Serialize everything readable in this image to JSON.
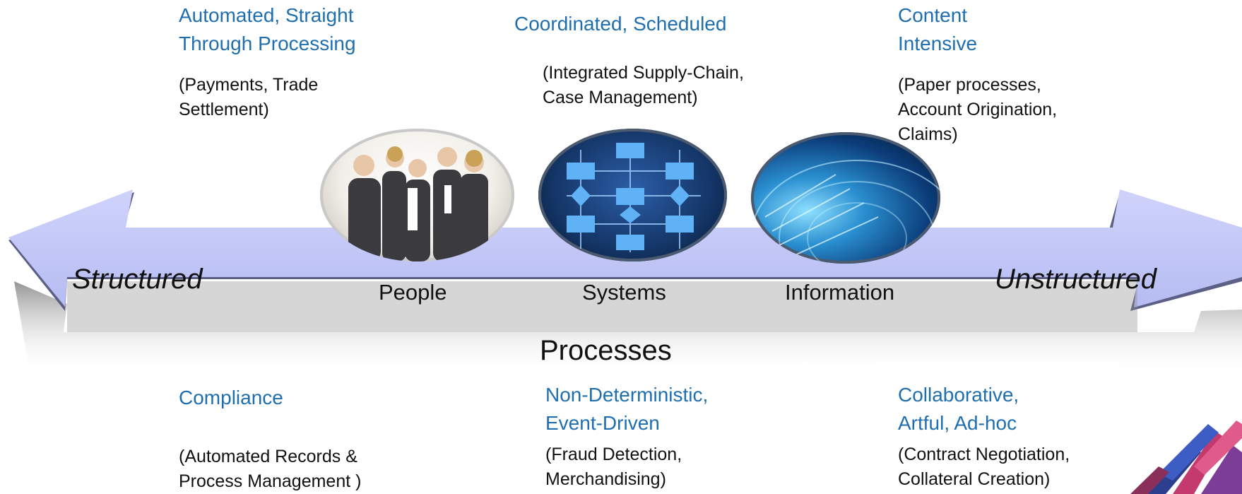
{
  "top": {
    "left": {
      "title_line1": "Automated, Straight",
      "title_line2": "Through Processing",
      "detail_line1": "(Payments, Trade",
      "detail_line2": "Settlement)"
    },
    "center": {
      "title": "Coordinated, Scheduled",
      "detail_line1": "(Integrated Supply-Chain,",
      "detail_line2": "Case Management)"
    },
    "right": {
      "title_line1": "Content",
      "title_line2": "Intensive",
      "detail_line1": "(Paper processes,",
      "detail_line2": "Account Origination,",
      "detail_line3": "Claims)"
    }
  },
  "arrow": {
    "left_label": "Structured",
    "right_label": "Unstructured",
    "center_label": "Processes",
    "fill_color": "#c3c8f5"
  },
  "nodes": [
    {
      "label": "People"
    },
    {
      "label": "Systems"
    },
    {
      "label": "Information"
    }
  ],
  "bottom": {
    "left": {
      "title": "Compliance",
      "detail_line1": "(Automated Records &",
      "detail_line2": "Process Management )"
    },
    "center": {
      "title_line1": "Non-Deterministic,",
      "title_line2": "Event-Driven",
      "detail_line1": "(Fraud Detection,",
      "detail_line2": "Merchandising)"
    },
    "right": {
      "title_line1": "Collaborative,",
      "title_line2": "Artful, Ad-hoc",
      "detail_line1": "(Contract Negotiation,",
      "detail_line2": "Collateral Creation)"
    }
  },
  "colors": {
    "heading": "#1f6fb0",
    "text": "#111111"
  }
}
